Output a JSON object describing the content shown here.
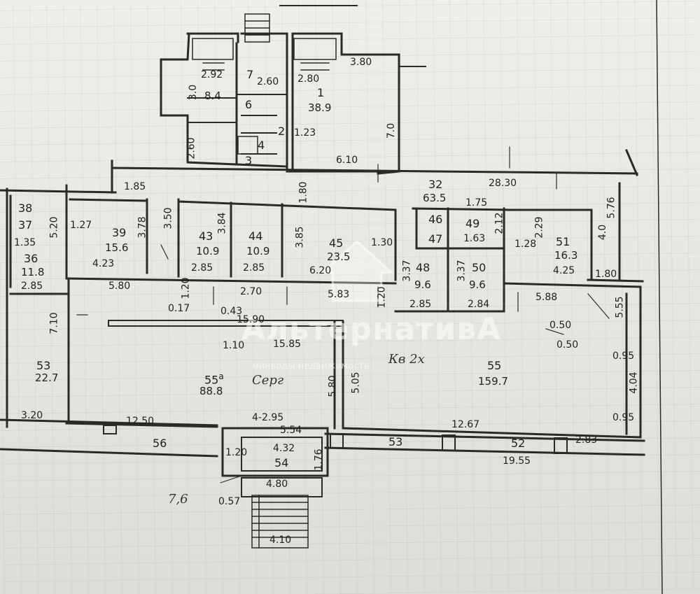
{
  "labels": {
    "r1": "1",
    "a1": "38.9",
    "r7": "7",
    "a7": "2.60",
    "r6": "6",
    "r2": "2",
    "r3": "3",
    "r4": "4",
    "d_380": "3.80",
    "d_280": "2.80",
    "d_70": "7.0",
    "d_610": "6.10",
    "d_123": "1.23",
    "d_30": "3.0",
    "d_84": "8.4",
    "d_260": "2.60",
    "d_292": "2.92",
    "d_2830": "28.30",
    "d_185": "1.85",
    "d_180t": "1.80",
    "d_576": "5.76",
    "r39": "39",
    "a39": "15.6",
    "d_127": "1.27",
    "d_423": "4.23",
    "d_378": "3.78",
    "r38": "38",
    "r37": "37",
    "d_135": "1.35",
    "d_520": "5.20",
    "r36": "36",
    "a36": "11.8",
    "d_285a": "2.85",
    "d_350": "3.50",
    "d_384": "3.84",
    "r43": "43",
    "a43": "10.9",
    "d_285b": "2.85",
    "r44": "44",
    "a44": "10.9",
    "d_285c": "2.85",
    "r45": "45",
    "a45": "23.5",
    "d_385": "3.85",
    "d_620": "6.20",
    "d_130": "1.30",
    "r32": "32",
    "a32": "63.5",
    "d_175": "1.75",
    "r46": "46",
    "r47": "47",
    "r49": "49",
    "d_163": "1.63",
    "d_212": "2.12",
    "r48": "48",
    "a48": "9.6",
    "d_285d": "2.85",
    "r50": "50",
    "a50": "9.6",
    "d_284": "2.84",
    "d_337a": "3.37",
    "d_337b": "3.37",
    "r51": "51",
    "a51": "16.3",
    "d_229": "2.29",
    "d_128": "1.28",
    "d_425": "4.25",
    "d_40": "4.0",
    "d_180": "1.80",
    "d_580": "5.80",
    "d_270": "2.70",
    "d_583": "5.83",
    "d_588": "5.88",
    "d_017": "0.17",
    "d_043": "0.43",
    "d_1590": "15.90",
    "d_120a": "1.20",
    "d_120b": "1.20",
    "d_355": "5.55",
    "d_050a": "0.50",
    "d_050b": "0.50",
    "d_710": "7.10",
    "r53": "53",
    "a53": "22.7",
    "d_320": "3.20",
    "d_110": "1.10",
    "d_1585": "15.85",
    "r55a": "55",
    "sup55a": "а",
    "a55a": "88.8",
    "hand1": "Серг",
    "d_580b": "5.80",
    "d_505": "5.05",
    "r55": "55",
    "a55": "159.7",
    "hand2": "Кв 2х",
    "d_095a": "0.95",
    "d_404": "4.04",
    "d_095b": "0.95",
    "d_1250": "12.50",
    "d_295": "4-2.95",
    "d_554": "5.54",
    "d_1267": "12.67",
    "d_283": "2.83",
    "n56": "56",
    "n53": "53",
    "n52": "52",
    "d_432": "4.32",
    "n54": "54",
    "d_120c": "1.20",
    "d_176": "1.76",
    "d_480": "4.80",
    "d_057": "0.57",
    "d_1955": "19.55",
    "d_410": "4.10",
    "hand3": "7,6"
  },
  "watermark": {
    "brand": "АльтернативА",
    "sub": "минводы недвижимость"
  },
  "colors": {
    "ink": "#2a2a2a",
    "paper": "#e9e7e2",
    "watermark": "#ffffff"
  }
}
